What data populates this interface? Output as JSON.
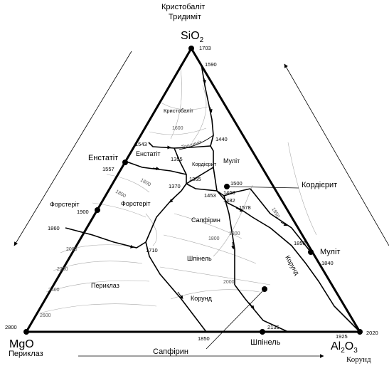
{
  "phases": {
    "cristobalite_top": "Кристобаліт",
    "tridymite_top": "Тридиміт",
    "cristobalite_field": "Кристобаліт",
    "tridymite_field": "Тридиміт",
    "enstatite_left": "Енстатіт",
    "enstatite_field": "Енстатіт",
    "forsterite_left": "Форстеріт",
    "forsterite_field": "Форстеріт",
    "periclase_field": "Периклаз",
    "cordierite_field": "Кордієрит",
    "cordierite_right": "Кордієрит",
    "mullite_field": "Муліт",
    "mullite_right": "Муліт",
    "sapphirine_field": "Сапфірин",
    "sapphirine_bottom": "Сапфірин",
    "spinel_field": "Шпінель",
    "spinel_bottom": "Шпінель",
    "corundum_field": "Корунд",
    "corundum_edge": "Корунд"
  },
  "oxides": {
    "sio2": {
      "base": "SiO",
      "sub": "2"
    },
    "mgo": "MgO",
    "periclase_corner": "Периклаз",
    "al2o3": {
      "a": "Al",
      "s1": "2",
      "b": "O",
      "s2": "3"
    },
    "corundum_corner": "Корунд"
  },
  "temperatures": {
    "t1703": "1703",
    "t1590": "1590",
    "t1543": "1543",
    "t1557": "1557",
    "t1440": "1440",
    "t1355": "1355",
    "t1365": "1365",
    "t1370": "1370",
    "t1500": "1500",
    "t1460": "1460",
    "t1453": "1453",
    "t1482": "1482",
    "t1578": "1578",
    "t1900": "1900",
    "t1860": "1860",
    "t1710": "1710",
    "t1850r": "1850",
    "t1840": "1840",
    "t2800": "2800",
    "t1850b": "1850",
    "t2135": "2135",
    "t1925": "1925",
    "t2020": "2020"
  },
  "isotherms": {
    "i1600a": "1600",
    "i1600b": "1600",
    "i1800a": "1800",
    "i1800b": "1800",
    "i1800c": "1800",
    "i1850": "1850",
    "i2000a": "2000",
    "i2000b": "2000",
    "i2200": "2200",
    "i2400": "2400",
    "i2600": "2600"
  }
}
